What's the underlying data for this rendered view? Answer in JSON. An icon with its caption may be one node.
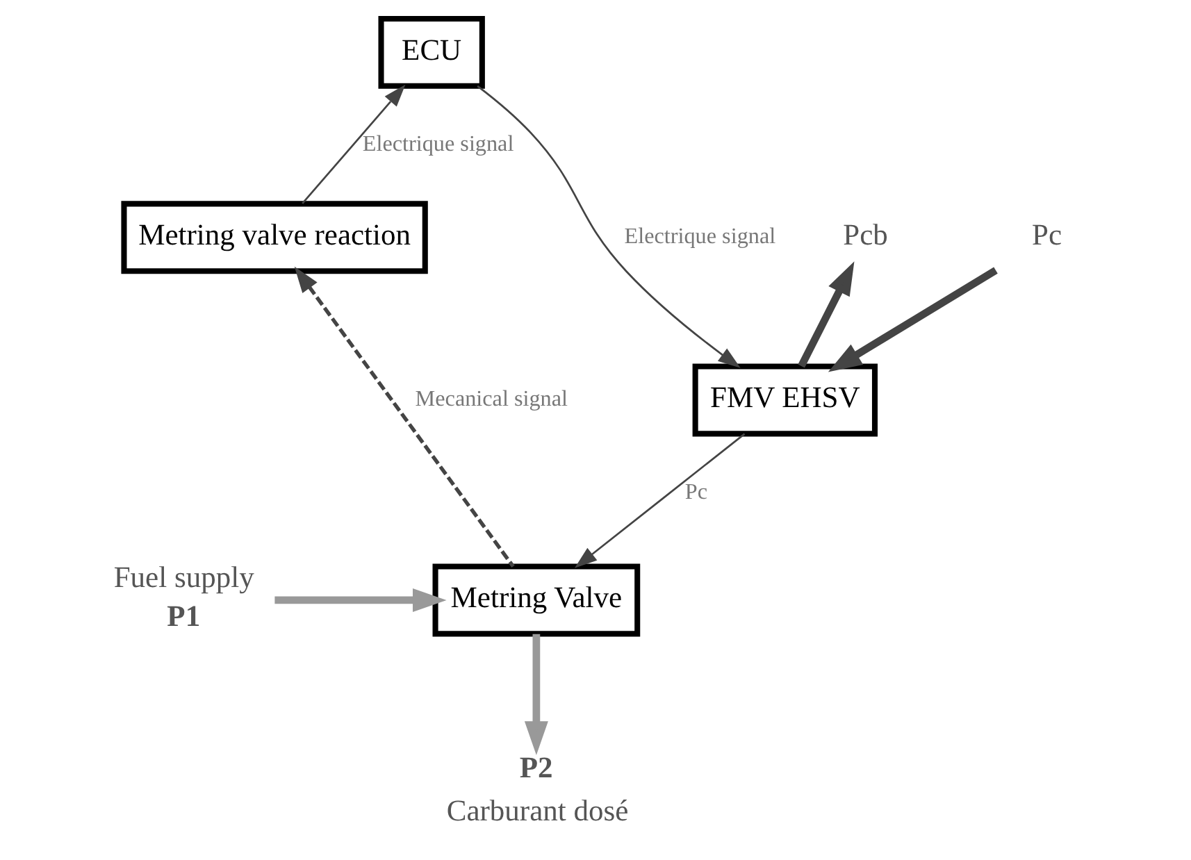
{
  "diagram": {
    "nodes": [
      {
        "text": [
          "ECU"
        ]
      },
      {
        "text": [
          "Metring valve reaction"
        ]
      },
      {
        "text": [
          "FMV EHSV"
        ]
      },
      {
        "text": [
          "Metring Valve"
        ]
      },
      {
        "text": [
          "Pcb"
        ]
      },
      {
        "text": [
          "Pc"
        ]
      },
      {
        "text": [
          "P1"
        ],
        "beside": [
          "Fuel supply"
        ]
      },
      {
        "text": [
          "P2"
        ],
        "beside": [
          "Carburant dosé"
        ]
      }
    ],
    "edges": [
      {
        "from": 1,
        "to": 0,
        "arrow": "to",
        "label": "Electrique signal"
      },
      {
        "from": 0,
        "to": 2,
        "arrow": "to",
        "label": "Electrique signal"
      },
      {
        "from": 2,
        "to": 4,
        "arrow": "to",
        "style": "thick"
      },
      {
        "from": 5,
        "to": 2,
        "arrow": "to",
        "style": "thick"
      },
      {
        "from": 2,
        "to": 3,
        "arrow": "to",
        "label": "Pc"
      },
      {
        "from": 3,
        "to": 1,
        "arrow": "to",
        "style": "dashed",
        "label": "Mecanical signal"
      },
      {
        "from": 6,
        "to": 3,
        "arrow": "to",
        "style": "thick",
        "color": "#999999"
      },
      {
        "from": 3,
        "to": 7,
        "arrow": "to",
        "style": "thick",
        "color": "#999999"
      }
    ]
  }
}
